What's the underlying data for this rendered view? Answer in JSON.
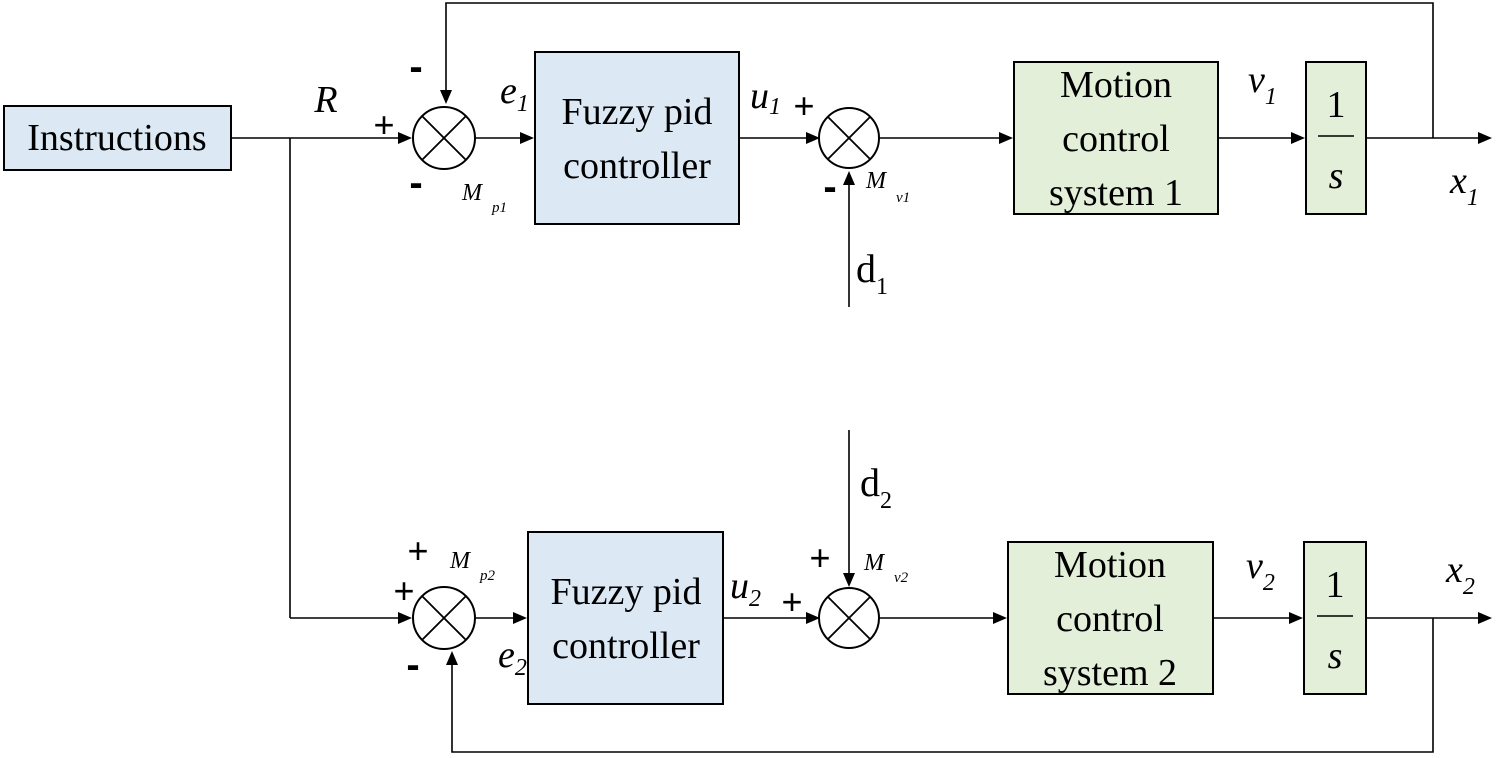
{
  "blocks": {
    "instructions": "Instructions",
    "controller_1": [
      "Fuzzy pid",
      "controller"
    ],
    "controller_2": [
      "Fuzzy pid",
      "controller"
    ],
    "motion_1": [
      "Motion",
      "control",
      "system 1"
    ],
    "motion_2": [
      "Motion",
      "control",
      "system 2"
    ],
    "integrator": {
      "numerator": "1",
      "denominator": "s"
    }
  },
  "signals": {
    "reference": "R",
    "error_1": {
      "symbol": "e",
      "sub": "1"
    },
    "error_2": {
      "symbol": "e",
      "sub": "2"
    },
    "control_1": {
      "symbol": "u",
      "sub": "1"
    },
    "control_2": {
      "symbol": "u",
      "sub": "2"
    },
    "velocity_1": {
      "symbol": "v",
      "sub": "1"
    },
    "velocity_2": {
      "symbol": "v",
      "sub": "2"
    },
    "position_1": {
      "symbol": "x",
      "sub": "1"
    },
    "position_2": {
      "symbol": "x",
      "sub": "2"
    },
    "disturbance_1": {
      "symbol": "d",
      "sub": "1"
    },
    "disturbance_2": {
      "symbol": "d",
      "sub": "2"
    }
  },
  "summing_junctions": {
    "mp1": {
      "symbol": "M",
      "sub": "p1",
      "signs": {
        "top": "-",
        "left": "+",
        "bottom": "-"
      }
    },
    "mv1": {
      "symbol": "M",
      "sub": "v1",
      "signs": {
        "left": "+",
        "bottom": "-"
      }
    },
    "mp2": {
      "symbol": "M",
      "sub": "p2",
      "signs": {
        "top": "+",
        "left": "+",
        "bottom": "-"
      }
    },
    "mv2": {
      "symbol": "M",
      "sub": "v2",
      "signs": {
        "left": "+",
        "top": "+"
      }
    }
  },
  "colors": {
    "controller_fill": "#dce9f5",
    "plant_fill": "#e3efd9",
    "line": "#000000"
  }
}
